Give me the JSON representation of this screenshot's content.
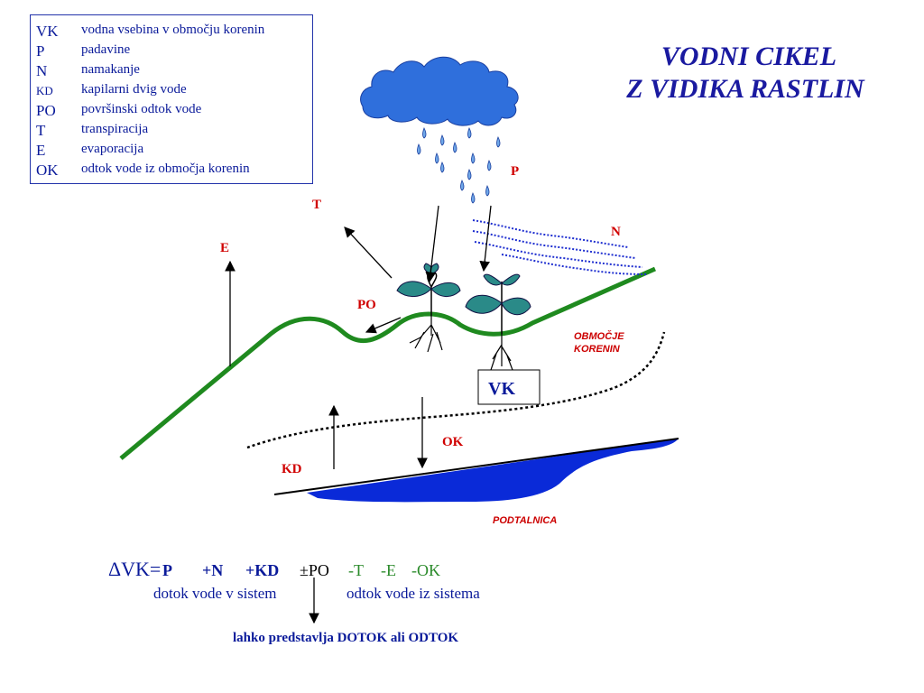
{
  "legend": [
    {
      "abbr": "VK",
      "desc": "vodna vsebina v območju korenin"
    },
    {
      "abbr": "P",
      "desc": "padavine"
    },
    {
      "abbr": "N",
      "desc": "namakanje"
    },
    {
      "abbr": "KD",
      "desc": "kapilarni dvig vode"
    },
    {
      "abbr": "PO",
      "desc": "površinski odtok vode"
    },
    {
      "abbr": "T",
      "desc": "transpiracija"
    },
    {
      "abbr": "E",
      "desc": "evaporacija"
    },
    {
      "abbr": "OK",
      "desc": "odtok vode iz območja korenin"
    }
  ],
  "title": {
    "line1": "VODNI CIKEL",
    "line2": "Z VIDIKA RASTLIN"
  },
  "labels": {
    "p": "P",
    "t": "T",
    "n": "N",
    "e": "E",
    "po": "PO",
    "vk": "VK",
    "ok": "OK",
    "kd": "KD",
    "root_zone_1": "OBMOČJE",
    "root_zone_2": "KORENIN",
    "groundwater": "PODTALNICA"
  },
  "equation": {
    "lhs": "ΔVK=",
    "p": "P",
    "n": "+N",
    "kd": "+KD",
    "po": "±PO",
    "t": "-T",
    "e": "-E",
    "ok": "-OK",
    "inflow": "dotok vode v sistem",
    "outflow": "odtok vode iz sistema",
    "note": "lahko predstavlja DOTOK ali ODTOK"
  },
  "colors": {
    "ground": "#1f8a1f",
    "cloud": "#2f6fdc",
    "water": "#0a2ad8",
    "irrigation": "#1f2fd0",
    "leaf": "#2a8a88",
    "legend_text": "#0a1a9a",
    "label_red": "#d00000"
  }
}
